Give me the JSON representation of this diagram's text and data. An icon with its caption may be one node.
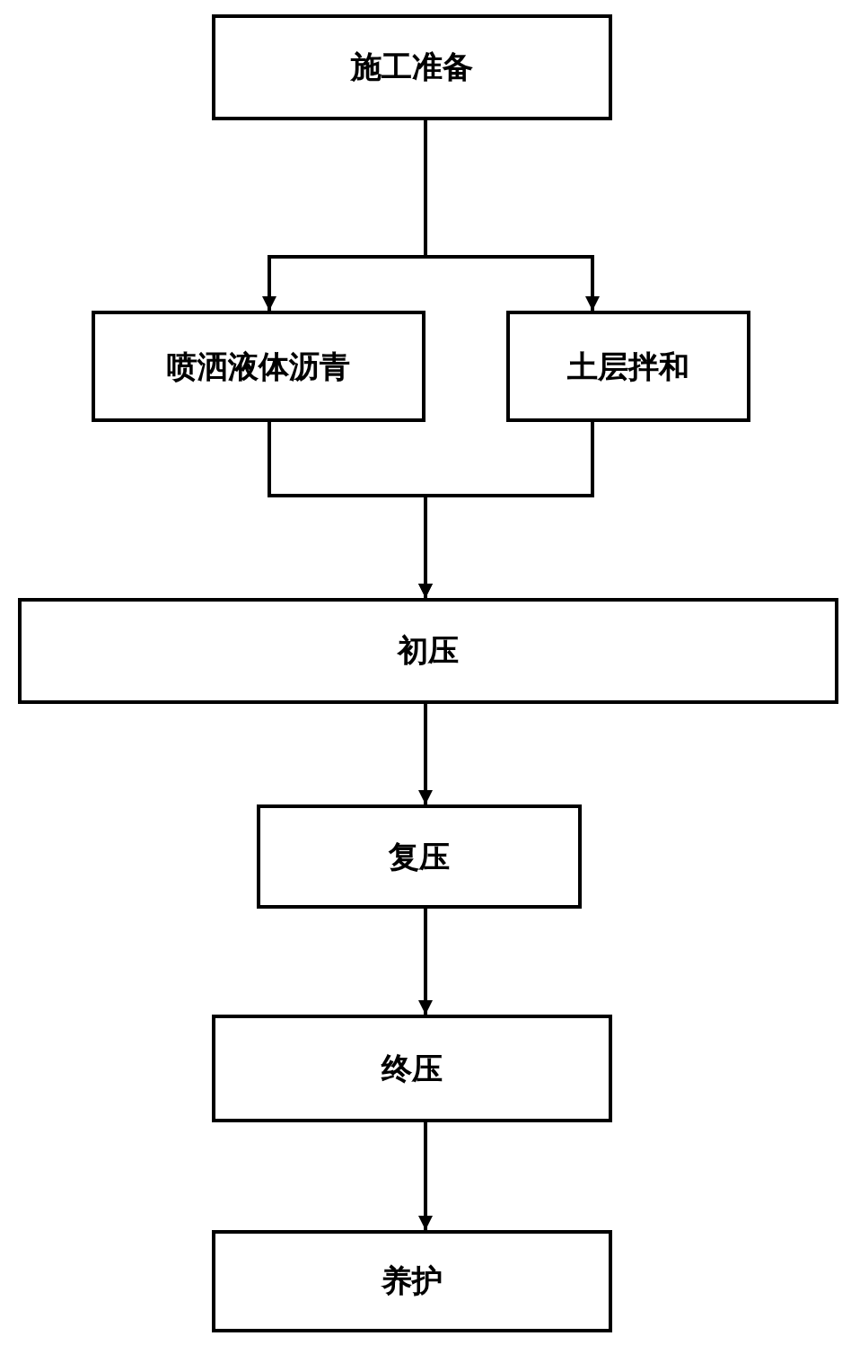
{
  "diagram": {
    "nodes": [
      {
        "text": [
          "施工准备"
        ]
      },
      {
        "text": [
          "喷洒液体沥青"
        ]
      },
      {
        "text": [
          "土层拌和"
        ]
      },
      {
        "text": [
          "初压"
        ]
      },
      {
        "text": [
          "复压"
        ]
      },
      {
        "text": [
          "终压"
        ]
      },
      {
        "text": [
          "养护"
        ]
      }
    ],
    "edges": [
      {
        "from": 0,
        "to": 1,
        "arrow": "to"
      },
      {
        "from": 0,
        "to": 2,
        "arrow": "to"
      },
      {
        "from": 1,
        "to": 3,
        "arrow": "to"
      },
      {
        "from": 2,
        "to": 3,
        "arrow": "to"
      },
      {
        "from": 3,
        "to": 4,
        "arrow": "to"
      },
      {
        "from": 4,
        "to": 5,
        "arrow": "to"
      },
      {
        "from": 5,
        "to": 6,
        "arrow": "to"
      }
    ]
  }
}
